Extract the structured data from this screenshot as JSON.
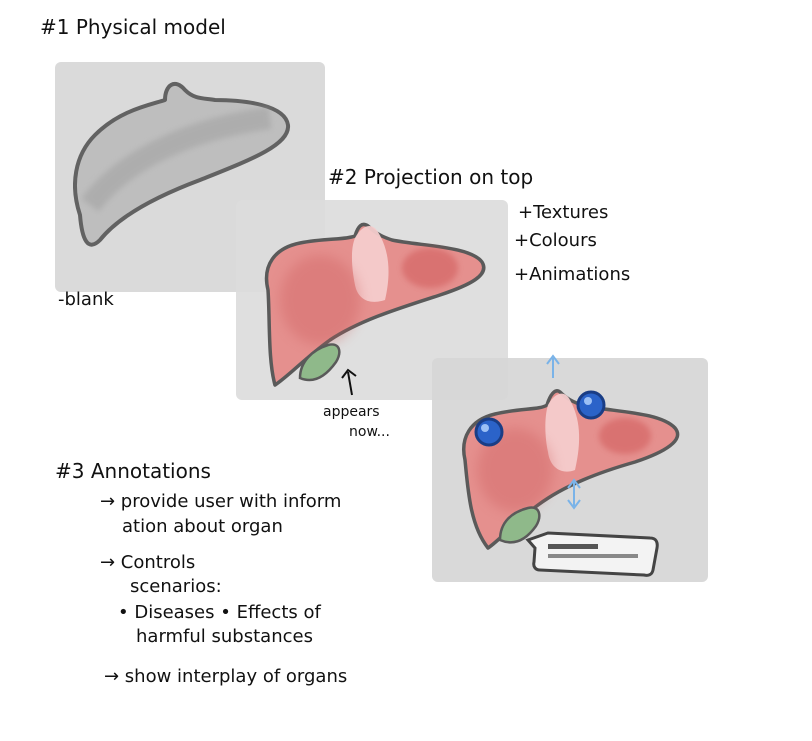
{
  "sections": {
    "s1": {
      "title": "#1  Physical model",
      "note": "-blank"
    },
    "s2": {
      "title": "#2   Projection on top",
      "bullets": [
        "+Textures",
        "+Colours",
        "+Animations"
      ],
      "arrow_note_1": "appears",
      "arrow_note_2": "now..."
    },
    "s3": {
      "title": "#3   Annotations",
      "lines": [
        "→ provide user with inform",
        "ation about organ",
        "→ Controls",
        "scenarios:",
        "• Diseases   • Effects of",
        "harmful substances",
        "→ show interplay of organs"
      ]
    }
  },
  "colors": {
    "ink": "#111111",
    "backdrop": "#d6d6d6",
    "organ_red": "#e07a7a",
    "organ_pink": "#f2c4c4",
    "gall_green": "#8fb98a",
    "annotation_blue": "#2b63c9",
    "arrow_blue": "#7ab3e8"
  }
}
